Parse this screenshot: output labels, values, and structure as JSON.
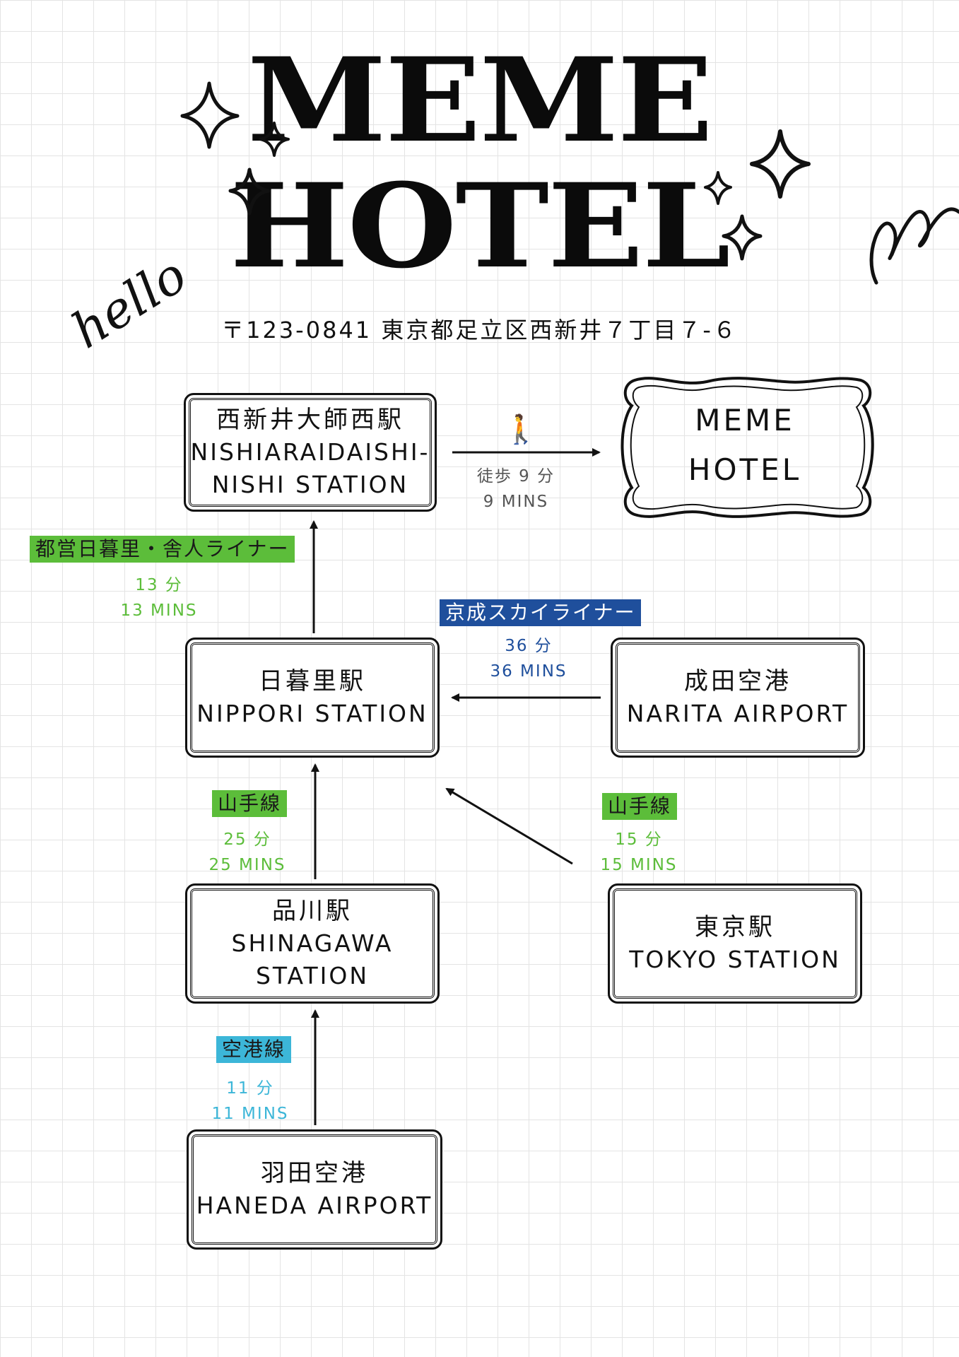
{
  "header": {
    "title_line1": "MEME",
    "title_line2": "HOTEL",
    "address": "〒123-0841 東京都足立区西新井７丁目７-６",
    "doodle": "hello"
  },
  "stations": {
    "nishiarai": {
      "jp": "西新井大師西駅",
      "en1": "NISHIARAIDAISHI-",
      "en2": "NISHI STATION"
    },
    "hotel": {
      "line1": "MEME",
      "line2": "HOTEL"
    },
    "nippori": {
      "jp": "日暮里駅",
      "en": "NIPPORI STATION"
    },
    "narita": {
      "jp": "成田空港",
      "en": "NARITA AIRPORT"
    },
    "shinagawa": {
      "jp": "品川駅",
      "en1": "SHINAGAWA",
      "en2": "STATION"
    },
    "tokyo": {
      "jp": "東京駅",
      "en": "TOKYO STATION"
    },
    "haneda": {
      "jp": "羽田空港",
      "en": "HANEDA AIRPORT"
    }
  },
  "routes": {
    "walk": {
      "icon": "walking-person-icon",
      "jp": "徒歩 9 分",
      "en": "9 MINS"
    },
    "toei": {
      "line": "都営日暮里・舎人ライナー",
      "jp": "13 分",
      "en": "13 MINS",
      "color": "#5cbd3a"
    },
    "keisei": {
      "line": "京成スカイライナー",
      "jp": "36 分",
      "en": "36 MINS",
      "color": "#1f4f9c"
    },
    "yamanote_left": {
      "line": "山手線",
      "jp": "25 分",
      "en": "25 MINS",
      "color": "#5cbd3a"
    },
    "yamanote_right": {
      "line": "山手線",
      "jp": "15 分",
      "en": "15 MINS",
      "color": "#5cbd3a"
    },
    "airport_line": {
      "line": "空港線",
      "jp": "11 分",
      "en": "11 MINS",
      "color": "#3cb6d8"
    }
  }
}
